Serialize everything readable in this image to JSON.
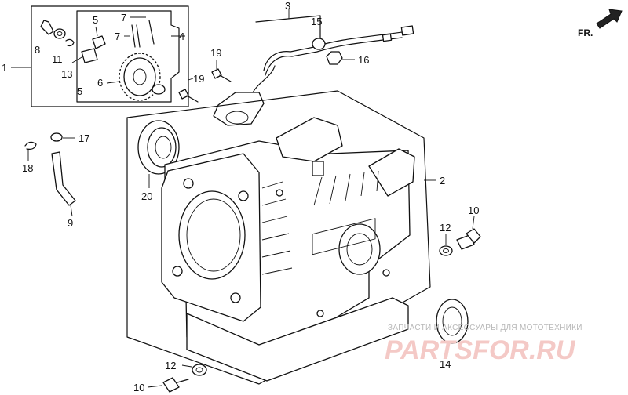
{
  "direction_label": "FR.",
  "callouts": {
    "c1": "1",
    "c2": "2",
    "c3": "3",
    "c4": "4",
    "c5a": "5",
    "c5b": "5",
    "c6": "6",
    "c7a": "7",
    "c7b": "7",
    "c8": "8",
    "c9": "9",
    "c10a": "10",
    "c10b": "10",
    "c11": "11",
    "c12a": "12",
    "c12b": "12",
    "c13": "13",
    "c14": "14",
    "c15": "15",
    "c16": "16",
    "c17": "17",
    "c18": "18",
    "c19a": "19",
    "c19b": "19",
    "c20": "20"
  },
  "watermark": {
    "caption": "ЗАПЧАСТИ И АКСЕССУАРЫ ДЛЯ МОТОТЕХНИКИ",
    "brand": "PARTSFOR.RU"
  },
  "colors": {
    "line": "#111111",
    "background": "#ffffff",
    "watermark_brand": "#f4c9c6",
    "watermark_caption": "#b8b8b8"
  }
}
